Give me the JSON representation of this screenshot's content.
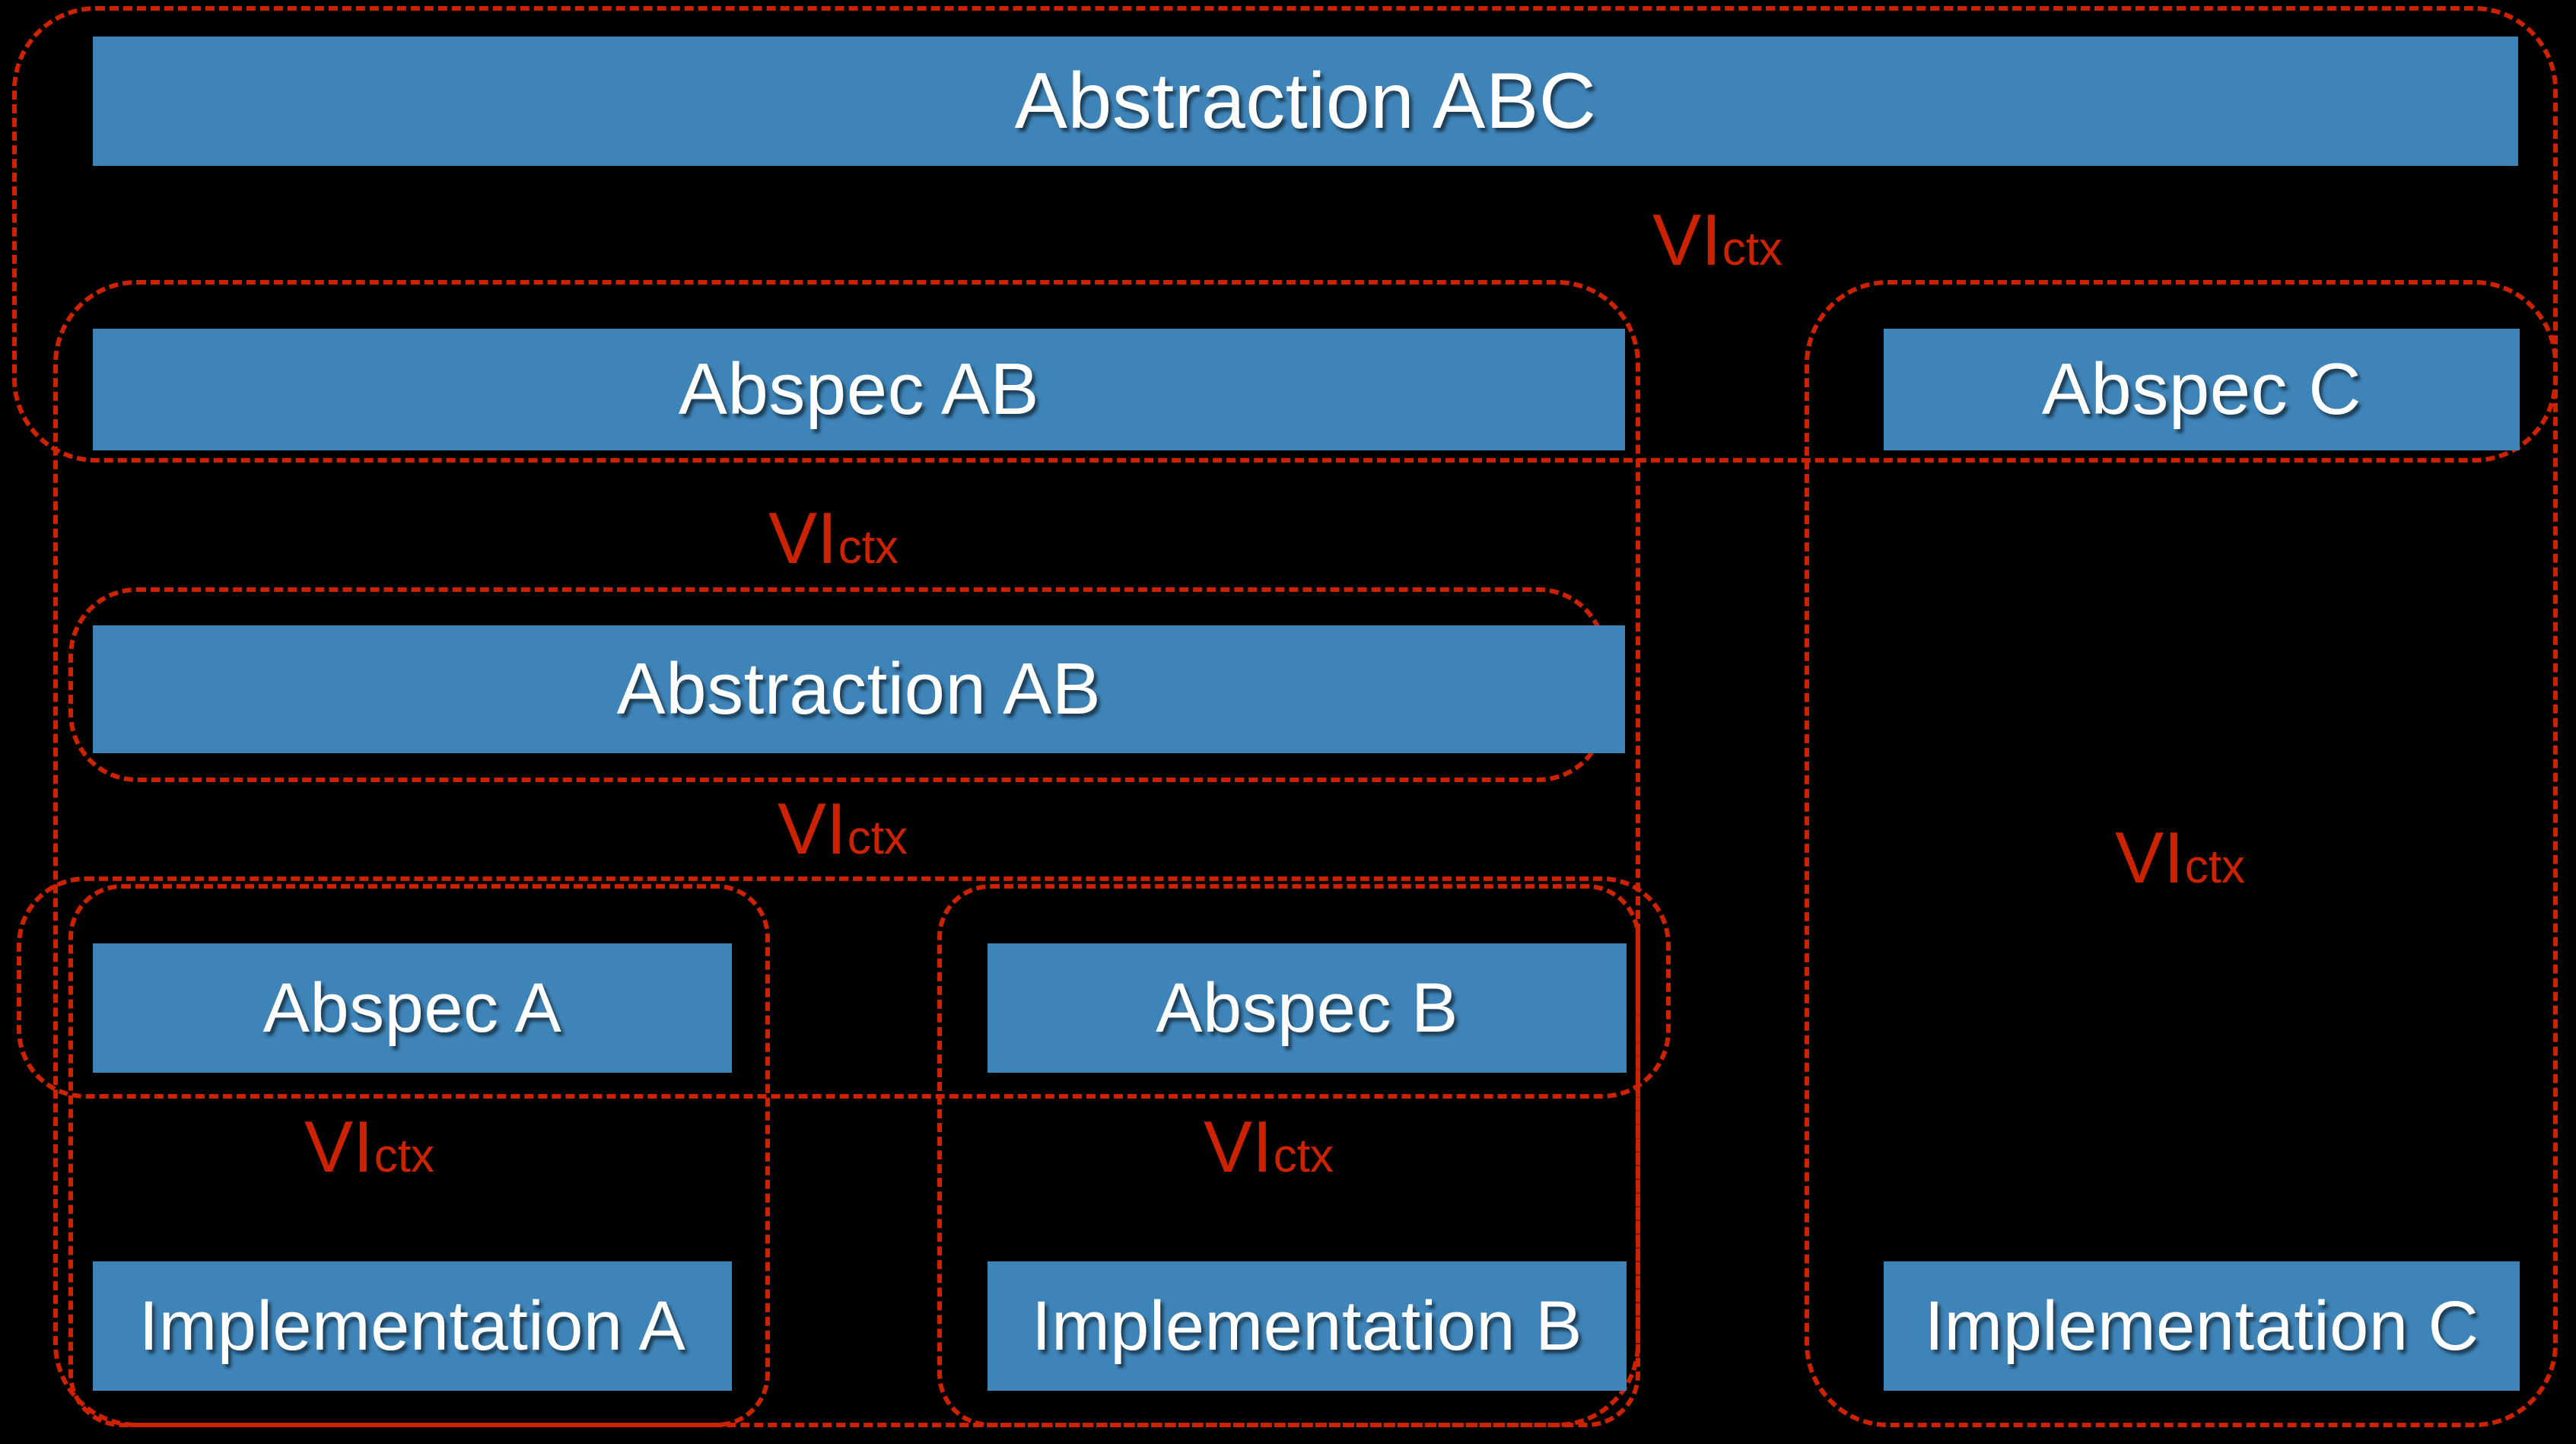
{
  "diagram": {
    "title_box": {
      "label": "Abstraction ABC"
    },
    "nodes": [
      {
        "id": "abstraction-abc",
        "label": "Abstraction ABC"
      },
      {
        "id": "abspec-ab",
        "label": "Abspec AB"
      },
      {
        "id": "abspec-c",
        "label": "Abspec C"
      },
      {
        "id": "abstraction-ab",
        "label": "Abstraction AB"
      },
      {
        "id": "abspec-a",
        "label": "Abspec A"
      },
      {
        "id": "abspec-b",
        "label": "Abspec B"
      },
      {
        "id": "implementation-a",
        "label": "Implementation A"
      },
      {
        "id": "implementation-b",
        "label": "Implementation B"
      },
      {
        "id": "implementation-c",
        "label": "Implementation C"
      }
    ],
    "refinement_labels": [
      {
        "id": "vi-abc-to-ab-c",
        "main": "VI",
        "sub": "ctx"
      },
      {
        "id": "vi-abspec-ab-to-abstraction-ab",
        "main": "VI",
        "sub": "ctx"
      },
      {
        "id": "vi-abstraction-ab-to-abspecs",
        "main": "VI",
        "sub": "ctx"
      },
      {
        "id": "vi-abspec-a-to-impl-a",
        "main": "VI",
        "sub": "ctx"
      },
      {
        "id": "vi-abspec-b-to-impl-b",
        "main": "VI",
        "sub": "ctx"
      },
      {
        "id": "vi-abspec-c-to-impl-c",
        "main": "VI",
        "sub": "ctx"
      }
    ],
    "colors": {
      "node_fill": "#3e84b8",
      "node_text": "#ffffff",
      "group_border": "#cc2200",
      "background": "#000000"
    }
  }
}
